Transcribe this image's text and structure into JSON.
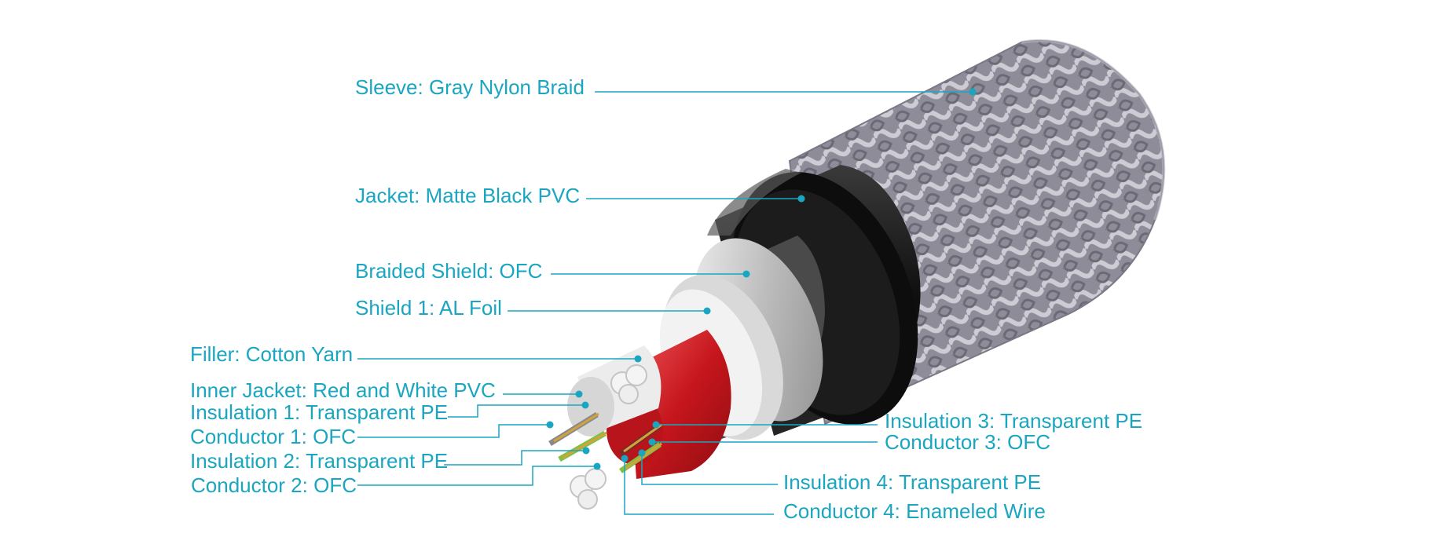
{
  "colors": {
    "accent": "#1aa6c0",
    "sleeve": "#8c8a96",
    "jacket": "#141414",
    "shield": "#c9c9c9",
    "foil": "#e6e6e6",
    "inner_jacket_red": "#cc1b20",
    "inner_jacket_white": "#e9e9e9",
    "conductor_copper": "#d4a23c",
    "insulation_green": "#7dc242"
  },
  "labels": {
    "sleeve": "Sleeve: Gray Nylon Braid",
    "jacket": "Jacket: Matte Black PVC",
    "braided_shield": "Braided Shield: OFC",
    "shield1": "Shield 1: AL Foil",
    "filler": "Filler: Cotton Yarn",
    "inner_jacket": "Inner Jacket: Red and White PVC",
    "insulation1": "Insulation 1: Transparent PE",
    "conductor1": "Conductor 1: OFC",
    "insulation2": "Insulation 2: Transparent PE",
    "conductor2": "Conductor 2: OFC",
    "insulation3": "Insulation 3: Transparent PE",
    "conductor3": "Conductor 3: OFC",
    "insulation4": "Insulation 4: Transparent PE",
    "conductor4": "Conductor 4: Enameled Wire"
  }
}
